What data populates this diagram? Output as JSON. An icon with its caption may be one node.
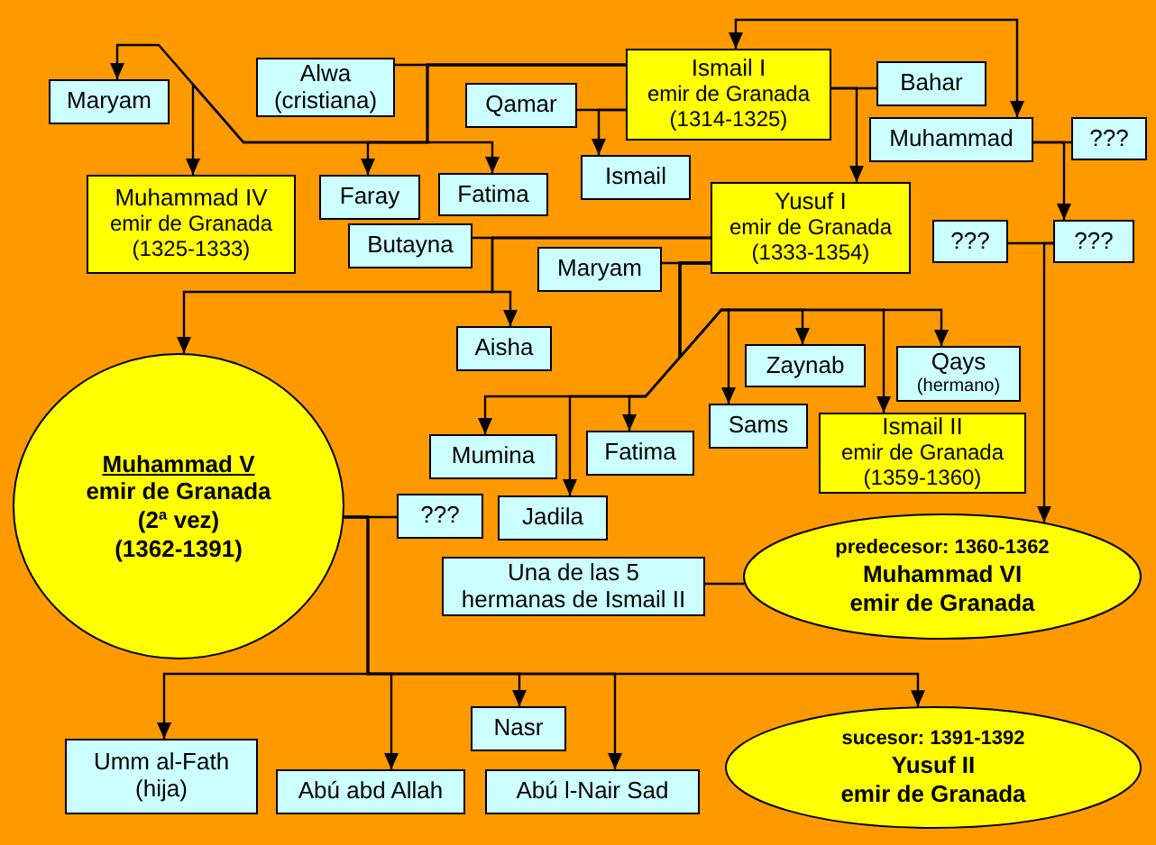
{
  "diagram": {
    "nodes": [
      {
        "text": [
          "Maryam"
        ]
      },
      {
        "text": [
          "Alwa (cristiana)"
        ]
      },
      {
        "text": [
          "Qamar"
        ]
      },
      {
        "text": [
          "Ismail I",
          "emir de Granada",
          "(1314-1325)"
        ]
      },
      {
        "text": [
          "Bahar"
        ]
      },
      {
        "text": [
          "Muhammad"
        ]
      },
      {
        "text": [
          "???"
        ]
      },
      {
        "text": [
          "Muhammad IV",
          "emir de Granada",
          "(1325-1333)"
        ]
      },
      {
        "text": [
          "Faray"
        ]
      },
      {
        "text": [
          "Fatima"
        ]
      },
      {
        "text": [
          "Ismail"
        ]
      },
      {
        "text": [
          "Yusuf I",
          "emir de Granada",
          "(1333-1354)"
        ]
      },
      {
        "text": [
          "???"
        ]
      },
      {
        "text": [
          "???"
        ]
      },
      {
        "text": [
          "Butayna"
        ]
      },
      {
        "text": [
          "Maryam"
        ]
      },
      {
        "text": [
          "Aisha"
        ]
      },
      {
        "text": [
          "Zaynab"
        ]
      },
      {
        "text": [
          "Qays",
          "(hermano)"
        ]
      },
      {
        "text": [
          "Muhammad V",
          "emir de Granada",
          "(2ª vez)",
          "(1362-1391)"
        ]
      },
      {
        "text": [
          "Sams"
        ]
      },
      {
        "text": [
          "Ismail II",
          "emir de Granada",
          "(1359-1360)"
        ]
      },
      {
        "text": [
          "Mumina"
        ]
      },
      {
        "text": [
          "Fatima"
        ]
      },
      {
        "text": [
          "???"
        ]
      },
      {
        "text": [
          "Jadila"
        ]
      },
      {
        "text": [
          "predecesor: 1360-1362",
          "Muhammad VI",
          "emir de Granada"
        ]
      },
      {
        "text": [
          "Una de las 5 hermanas de Ismail II"
        ]
      },
      {
        "text": [
          "Nasr"
        ]
      },
      {
        "text": [
          "sucesor: 1391-1392",
          "Yusuf II",
          "emir de Granada"
        ]
      },
      {
        "text": [
          "Umm al-Fath (hija)"
        ]
      },
      {
        "text": [
          "Abú abd Allah"
        ]
      },
      {
        "text": [
          "Abú l-Nair Sad"
        ]
      }
    ],
    "edges": [
      {
        "from": 1,
        "to": 3,
        "arrow": "none"
      },
      {
        "from": 2,
        "to": 3,
        "arrow": "none"
      },
      {
        "from": 3,
        "to": 4,
        "arrow": "none"
      },
      {
        "from": 3,
        "to": 5,
        "arrow": "both"
      },
      {
        "from": 5,
        "to": 6,
        "arrow": "none"
      },
      {
        "from": 3,
        "to": 0,
        "arrow": "to"
      },
      {
        "from": 3,
        "to": 7,
        "arrow": "to"
      },
      {
        "from": 3,
        "to": 8,
        "arrow": "to"
      },
      {
        "from": 3,
        "to": 9,
        "arrow": "to"
      },
      {
        "from": 3,
        "to": 10,
        "arrow": "to"
      },
      {
        "from": 3,
        "to": 11,
        "arrow": "to"
      },
      {
        "from": 5,
        "to": 13,
        "arrow": "to"
      },
      {
        "from": 12,
        "to": 13,
        "arrow": "none"
      },
      {
        "from": 13,
        "to": 26,
        "arrow": "to"
      },
      {
        "from": 14,
        "to": 11,
        "arrow": "none"
      },
      {
        "from": 15,
        "to": 11,
        "arrow": "none"
      },
      {
        "from": 11,
        "to": 19,
        "arrow": "to"
      },
      {
        "from": 11,
        "to": 16,
        "arrow": "to"
      },
      {
        "from": 11,
        "to": 22,
        "arrow": "to"
      },
      {
        "from": 11,
        "to": 25,
        "arrow": "to"
      },
      {
        "from": 11,
        "to": 23,
        "arrow": "to"
      },
      {
        "from": 11,
        "to": 20,
        "arrow": "to"
      },
      {
        "from": 11,
        "to": 17,
        "arrow": "to"
      },
      {
        "from": 11,
        "to": 21,
        "arrow": "to"
      },
      {
        "from": 11,
        "to": 18,
        "arrow": "to"
      },
      {
        "from": 19,
        "to": 24,
        "arrow": "none"
      },
      {
        "from": 27,
        "to": 26,
        "arrow": "none"
      },
      {
        "from": 19,
        "to": 30,
        "arrow": "to"
      },
      {
        "from": 19,
        "to": 31,
        "arrow": "to"
      },
      {
        "from": 19,
        "to": 28,
        "arrow": "to"
      },
      {
        "from": 19,
        "to": 32,
        "arrow": "to"
      },
      {
        "from": 19,
        "to": 29,
        "arrow": "to"
      }
    ]
  }
}
